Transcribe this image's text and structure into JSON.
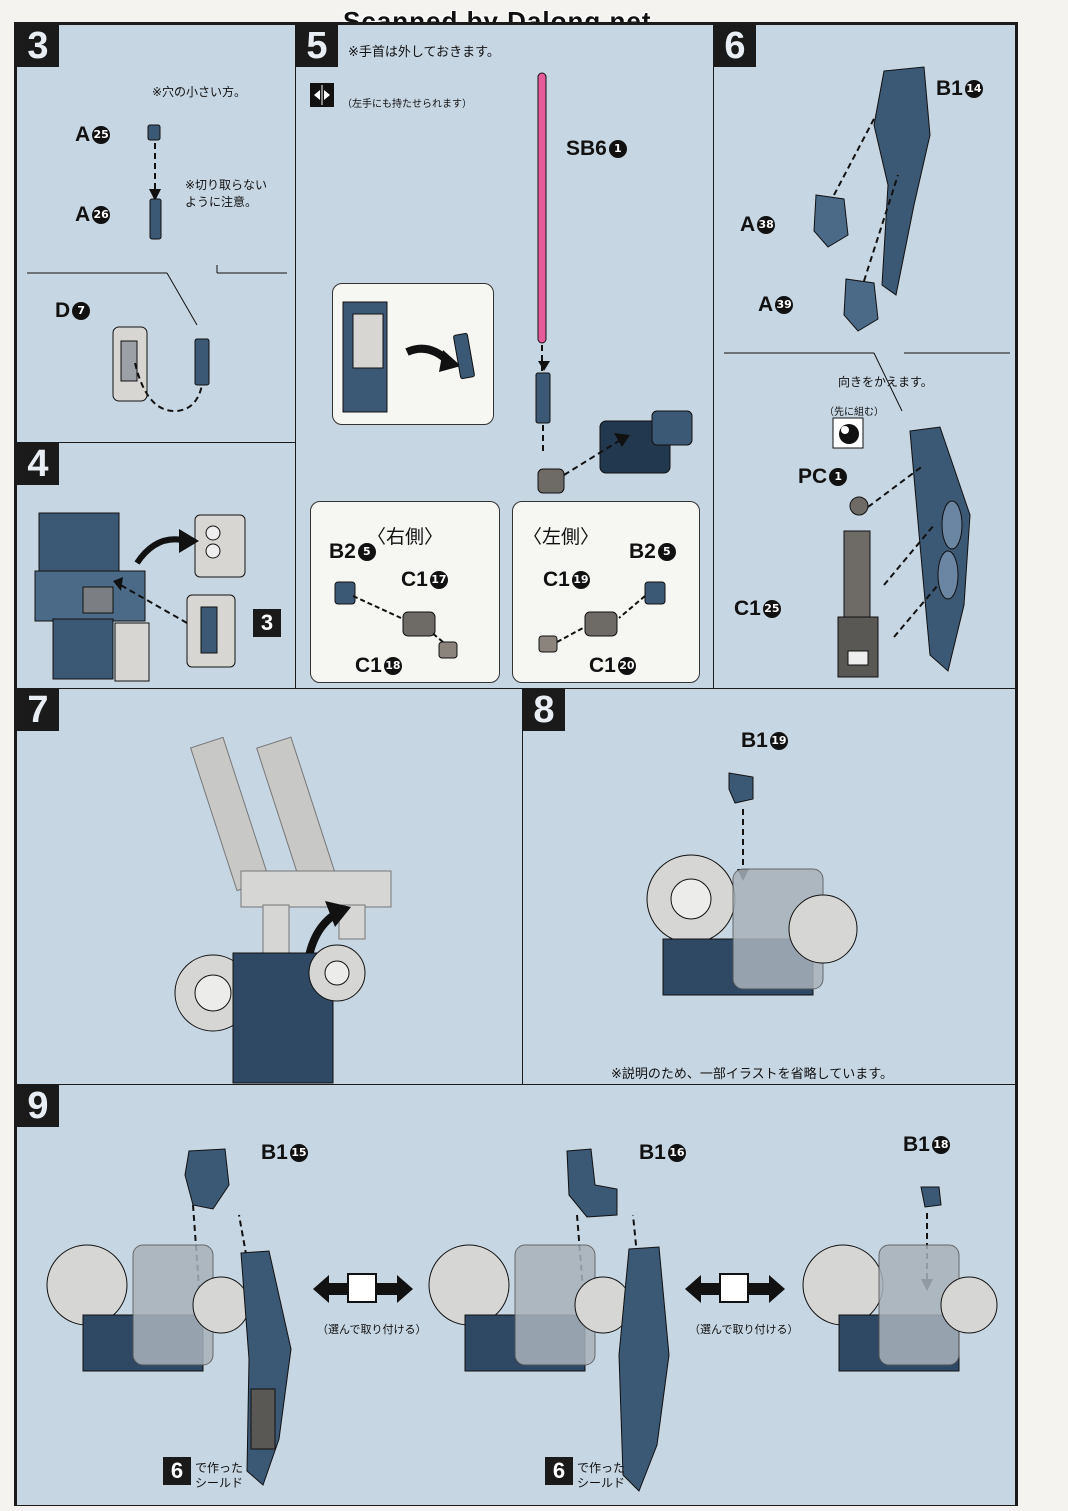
{
  "watermark": "Scanned by Dalong.net",
  "steps": {
    "s3": {
      "num": "3",
      "note_hole": "※穴の小さい方。",
      "part_a": "A",
      "part_a_no": "25",
      "part_b": "A",
      "part_b_no": "26",
      "note_cut": "※切り取らない\nように注意。",
      "part_d": "D",
      "part_d_no": "7"
    },
    "s4": {
      "num": "4",
      "ref": "3"
    },
    "s5": {
      "num": "5",
      "note_top": "※手首は外しておきます。",
      "note_left": "（左手にも持たせられます）",
      "part_sb": "SB6",
      "part_sb_no": "1",
      "right_title": "〈右側〉",
      "left_title": "〈左側〉",
      "r_b": "B2",
      "r_b_no": "5",
      "r_c1": "C1",
      "r_c1_no": "17",
      "r_c2": "C1",
      "r_c2_no": "18",
      "l_b": "B2",
      "l_b_no": "5",
      "l_c1": "C1",
      "l_c1_no": "19",
      "l_c2": "C1",
      "l_c2_no": "20"
    },
    "s6": {
      "num": "6",
      "part_b": "B1",
      "part_b_no": "14",
      "part_a1": "A",
      "part_a1_no": "38",
      "part_a2": "A",
      "part_a2_no": "39",
      "note_turn": "向きをかえます。",
      "note_first": "（先に組む）",
      "part_pc": "PC",
      "part_pc_no": "1",
      "part_c": "C1",
      "part_c_no": "25"
    },
    "s7": {
      "num": "7"
    },
    "s8": {
      "num": "8",
      "part_b": "B1",
      "part_b_no": "19",
      "note_bottom": "※説明のため、一部イラストを省略しています。"
    },
    "s9": {
      "num": "9",
      "part_b1": "B1",
      "part_b1_no": "15",
      "part_b2": "B1",
      "part_b2_no": "16",
      "part_b3": "B1",
      "part_b3_no": "18",
      "choose": "（選んで取り付ける）",
      "ref_num": "6",
      "ref_text": "で作った\nシールド"
    }
  },
  "colors": {
    "navy": "#3b5875",
    "navy_dark": "#22384f",
    "gray_part": "#c8c8c6",
    "pink": "#e85b9a"
  }
}
